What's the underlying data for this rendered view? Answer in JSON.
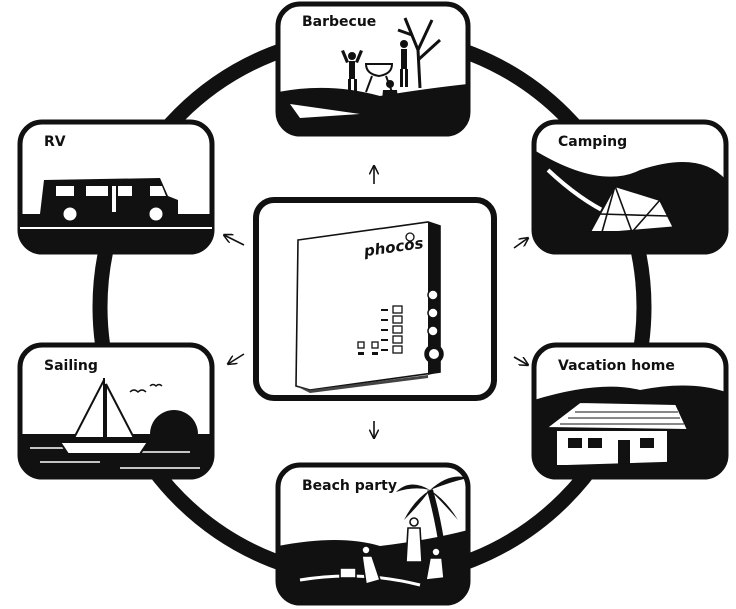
{
  "diagram": {
    "center": {
      "brand": "phocos"
    },
    "scenes": [
      {
        "label": "Barbecue",
        "icon": "barbecue-scene-icon"
      },
      {
        "label": "Camping",
        "icon": "camping-tent-icon"
      },
      {
        "label": "Vacation home",
        "icon": "vacation-home-icon"
      },
      {
        "label": "Beach party",
        "icon": "beach-party-icon"
      },
      {
        "label": "Sailing",
        "icon": "sailboat-icon"
      },
      {
        "label": "RV",
        "icon": "rv-motorhome-icon"
      }
    ],
    "colors": {
      "ink": "#111111",
      "paper": "#ffffff"
    }
  }
}
